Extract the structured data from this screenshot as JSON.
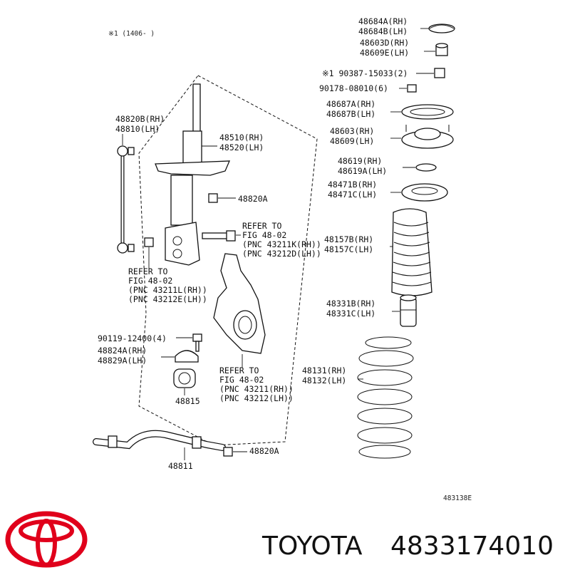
{
  "header_note": "※1 (1406-   )",
  "figure_code": "483138E",
  "brand": {
    "name": "TOYOTA",
    "part_number": "4833174010",
    "logo_color": "#e0001b"
  },
  "labels": {
    "l_48684": [
      "48684A(RH)",
      "48684B(LH)"
    ],
    "l_48603d": [
      "48603D(RH)",
      "48609E(LH)"
    ],
    "l_90387": [
      "※1 90387-15033(2)"
    ],
    "l_90178": [
      "90178-08010(6)"
    ],
    "l_48687": [
      "48687A(RH)",
      "48687B(LH)"
    ],
    "l_48603": [
      "48603(RH)",
      "48609(LH)"
    ],
    "l_48619": [
      "48619(RH)",
      "48619A(LH)"
    ],
    "l_48471": [
      "48471B(RH)",
      "48471C(LH)"
    ],
    "l_48157": [
      "48157B(RH)",
      "48157C(LH)"
    ],
    "l_48331": [
      "48331B(RH)",
      "48331C(LH)"
    ],
    "l_48131": [
      "48131(RH)",
      "48132(LH)"
    ],
    "l_48820b": [
      "48820B(RH)",
      "48810(LH)"
    ],
    "l_48510": [
      "48510(RH)",
      "48520(LH)"
    ],
    "l_48820a_top": [
      "48820A"
    ],
    "l_ref_k": [
      "REFER TO",
      "FIG 48-02",
      "(PNC 43211K(RH))",
      "(PNC 43212D(LH))"
    ],
    "l_ref_l": [
      "REFER TO",
      "FIG 48-02",
      "(PNC 43211L(RH))",
      "(PNC 43212E(LH))"
    ],
    "l_90119": [
      "90119-12400(4)"
    ],
    "l_48824": [
      "48824A(RH)",
      "48829A(LH)"
    ],
    "l_48815": [
      "48815"
    ],
    "l_ref_main": [
      "REFER TO",
      "FIG 48-02",
      "(PNC 43211(RH))",
      "(PNC 43212(LH))"
    ],
    "l_48811": [
      "48811"
    ],
    "l_48820a_bot": [
      "48820A"
    ]
  }
}
